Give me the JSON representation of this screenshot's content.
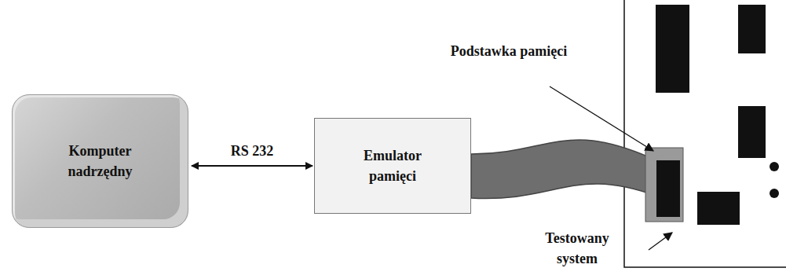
{
  "diagram": {
    "nodes": [
      {
        "text": [
          "Komputer nadrzędny"
        ]
      },
      {
        "text": [
          "Emulator pamięci"
        ]
      }
    ],
    "edges": [
      {
        "from": 0,
        "to": 1,
        "label": "RS 232",
        "arrow": "both"
      }
    ],
    "labels": [
      "Podstawka pamięci",
      "Testowany system"
    ]
  }
}
